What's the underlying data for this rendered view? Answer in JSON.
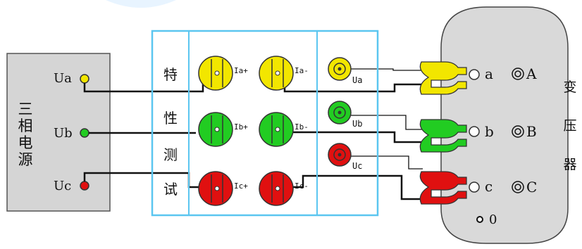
{
  "source_box": {
    "title": "三相电源",
    "outputs": [
      {
        "label": "Ua",
        "color": "#f2e600"
      },
      {
        "label": "Ub",
        "color": "#22cc22"
      },
      {
        "label": "Uc",
        "color": "#e01010"
      }
    ]
  },
  "tester": {
    "title": "特性测试",
    "current_inputs": [
      "Ia+",
      "Ia-",
      "Ib+",
      "Ib-",
      "Ic+",
      "Ic-"
    ],
    "voltage_inputs": [
      "Ua",
      "Ub",
      "Uc"
    ],
    "phase_colors": [
      "#f2e600",
      "#22cc22",
      "#e01010"
    ],
    "frame_color": "#5bc6f0"
  },
  "transformer": {
    "title": "变压器",
    "low_terminals": [
      "a",
      "b",
      "c",
      "0"
    ],
    "high_terminals": [
      "A",
      "B",
      "C"
    ],
    "body_color": "#d9d9d9"
  }
}
